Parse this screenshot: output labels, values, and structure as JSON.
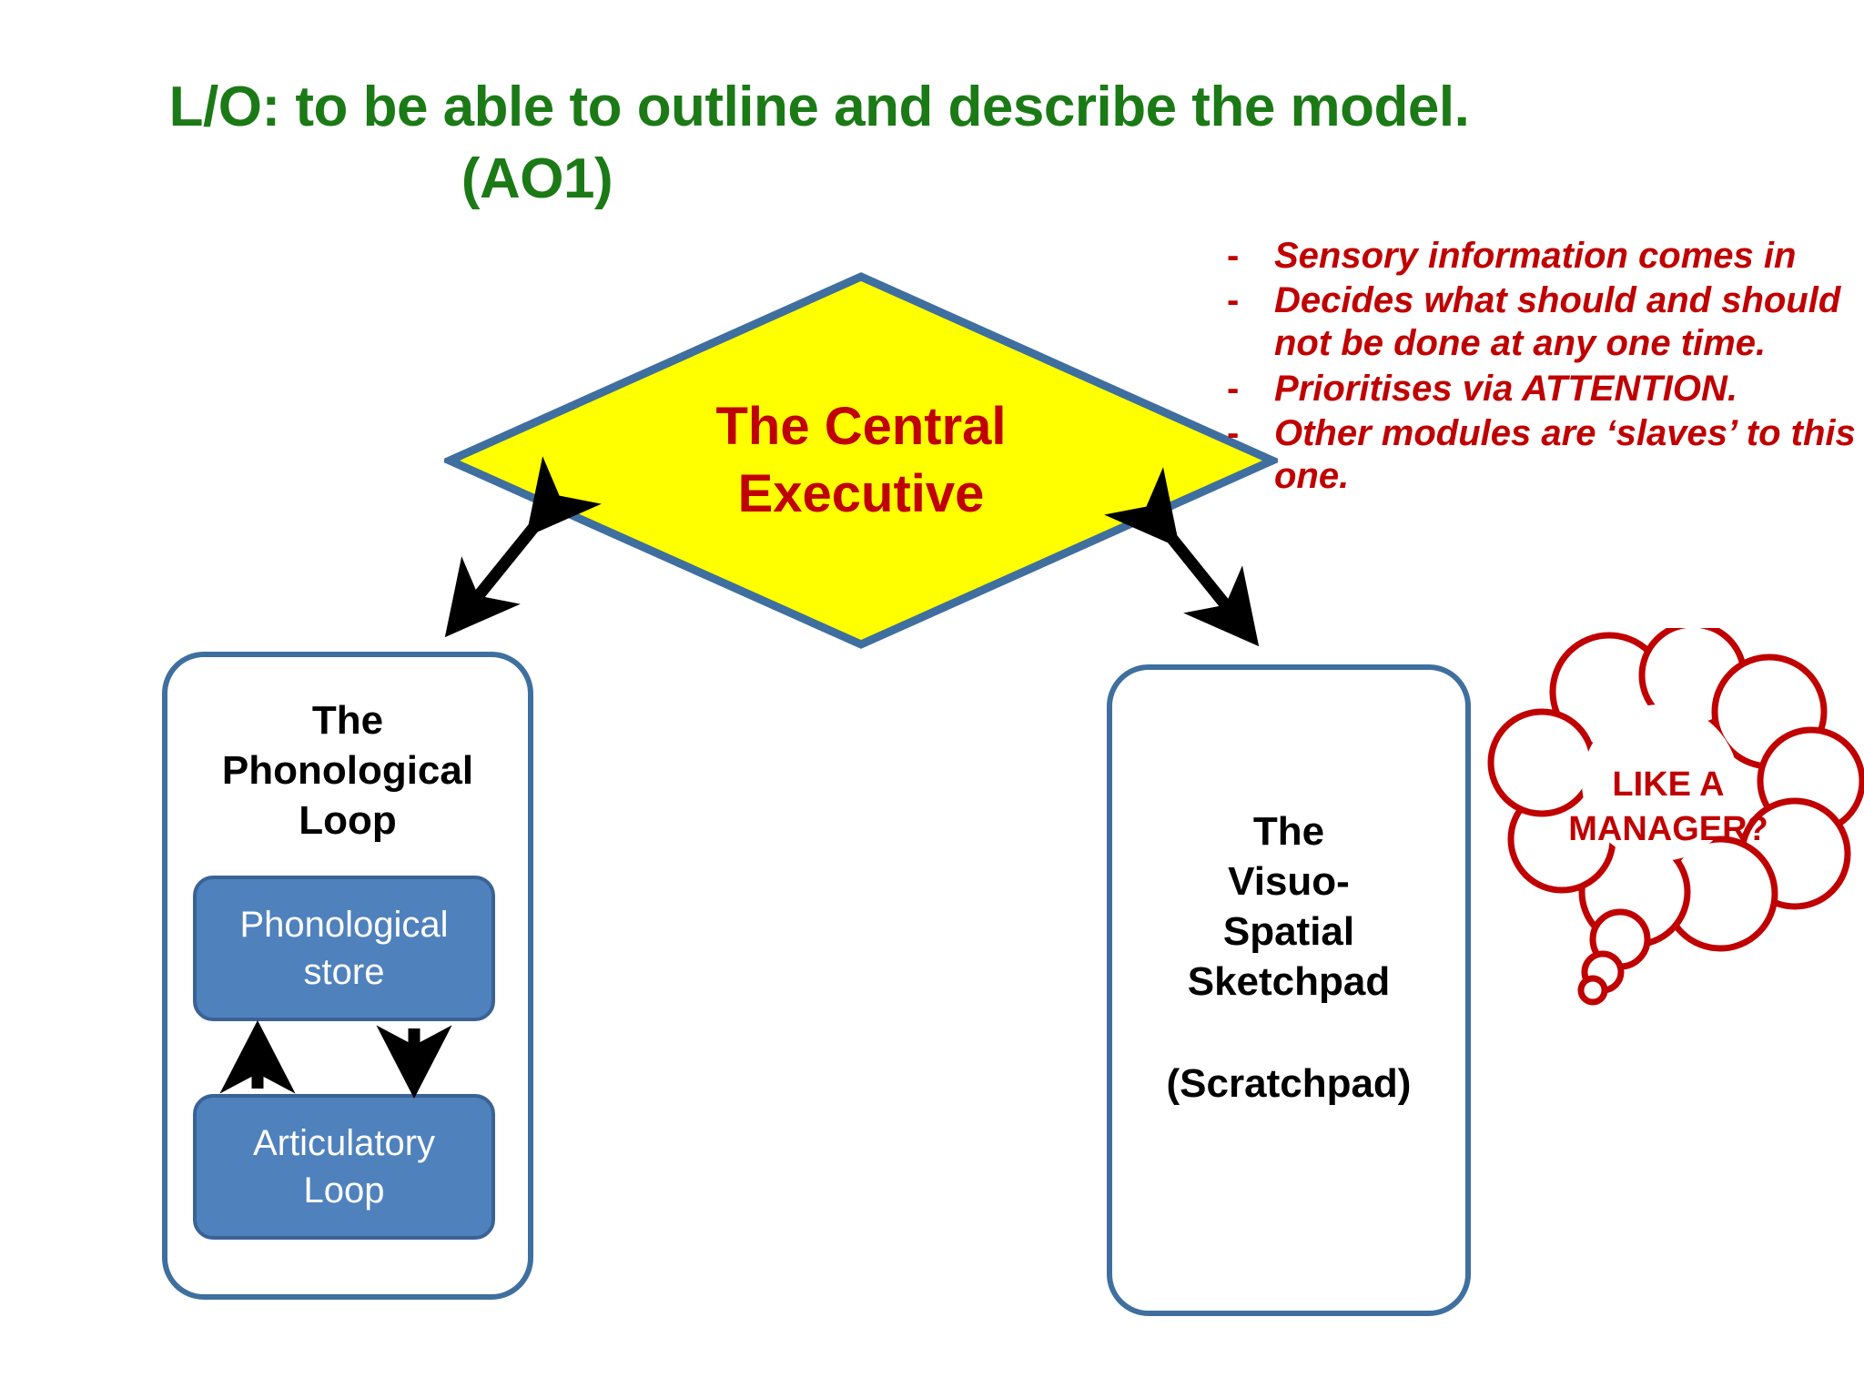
{
  "slide": {
    "title_line1": "L/O: to be able to outline and describe the model.",
    "title_line2": "(AO1)",
    "title_color": "#1b7a16",
    "background": "#ffffff"
  },
  "central_executive": {
    "label_line1": "The Central",
    "label_line2": "Executive",
    "fill_color": "#ffff00",
    "border_color": "#3f6f9f",
    "text_color": "#c00000",
    "shape": "diamond"
  },
  "notes": {
    "bullet_marker": "-",
    "text_color": "#c00000",
    "items": [
      "Sensory information comes in",
      "Decides what should and should not be done at any one time.",
      "Prioritises via ATTENTION.",
      "Other modules are ‘slaves’ to this one."
    ]
  },
  "phonological_loop": {
    "title_line1": "The",
    "title_line2": "Phonological",
    "title_line3": "Loop",
    "border_color": "#3f6f9f",
    "sub_modules": [
      {
        "line1": "Phonological",
        "line2": "store",
        "fill_color": "#4f81bd",
        "text_color": "#ffffff"
      },
      {
        "line1": "Articulatory",
        "line2": "Loop",
        "fill_color": "#4f81bd",
        "text_color": "#ffffff"
      }
    ]
  },
  "visuospatial_sketchpad": {
    "title_line1": "The",
    "title_line2": "Visuo-",
    "title_line3": "Spatial",
    "title_line4": "Sketchpad",
    "alt_name": "(Scratchpad)",
    "border_color": "#3f6f9f",
    "text_color": "#000000"
  },
  "thought_cloud": {
    "line1": "LIKE A",
    "line2": "MANAGER?",
    "outline_color": "#c00000",
    "fill_color": "#ffffff",
    "text_color": "#c00000"
  },
  "connectors": {
    "left_link": "double-headed-arrow",
    "right_link": "double-headed-arrow",
    "store_to_loop": "down-arrow",
    "loop_to_store": "up-arrow",
    "color": "#000000"
  }
}
